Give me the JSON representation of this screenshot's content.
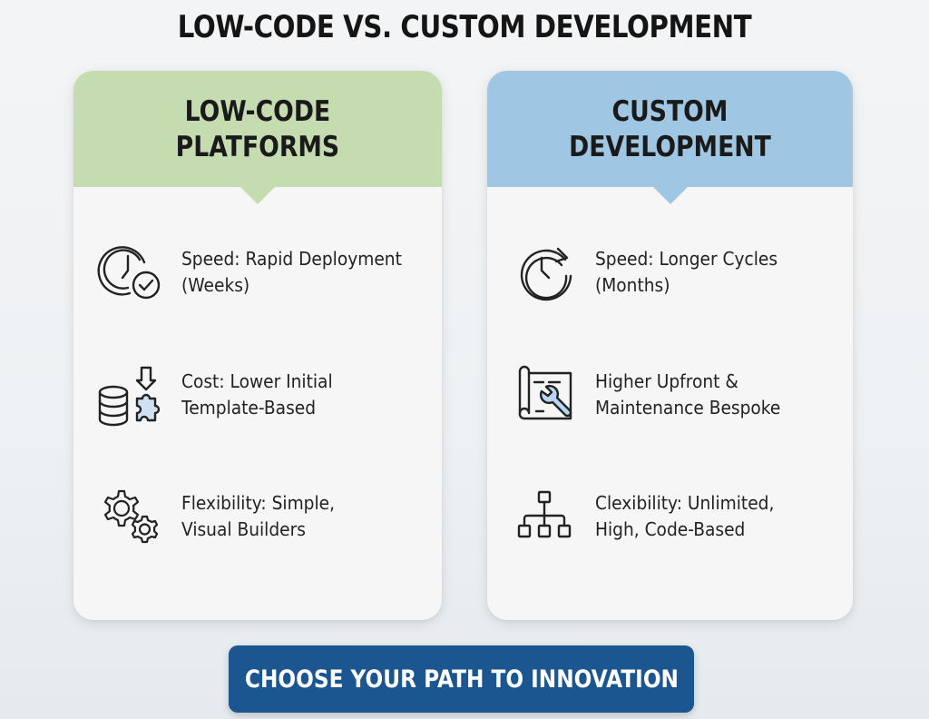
{
  "title": "LOW-CODE VS. CUSTOM DEVELOPMENT",
  "colors": {
    "low_code_header": "#c5dcb0",
    "custom_header": "#9fc6e3",
    "card_bg": "#f6f6f6",
    "cta_bg": "#1b5690",
    "cta_text": "#ffffff",
    "icon_accent": "#cfe1f3"
  },
  "cards": [
    {
      "title_lines": [
        "LOW-CODE",
        "PLATFORMS"
      ],
      "items": [
        {
          "icon": "clock-check-icon",
          "lines": [
            "Speed: Rapid Deployment",
            "(Weeks)"
          ]
        },
        {
          "icon": "database-puzzle-icon",
          "lines": [
            "Cost: Lower Initial",
            "Template-Based"
          ]
        },
        {
          "icon": "gears-icon",
          "lines": [
            "Flexibility: Simple,",
            "Visual Builders"
          ]
        }
      ]
    },
    {
      "title_lines": [
        "CUSTOM",
        "DEVELOPMENT"
      ],
      "items": [
        {
          "icon": "clock-refresh-icon",
          "lines": [
            "Speed: Longer Cycles",
            "(Months)"
          ]
        },
        {
          "icon": "blueprint-wrench-icon",
          "lines": [
            "Higher Upfront &",
            "Maintenance Bespoke"
          ]
        },
        {
          "icon": "hierarchy-icon",
          "lines": [
            "Clexibility: Unlimited,",
            "High, Code-Based"
          ]
        }
      ]
    }
  ],
  "cta": {
    "label": "CHOOSE YOUR PATH TO INNOVATION"
  }
}
